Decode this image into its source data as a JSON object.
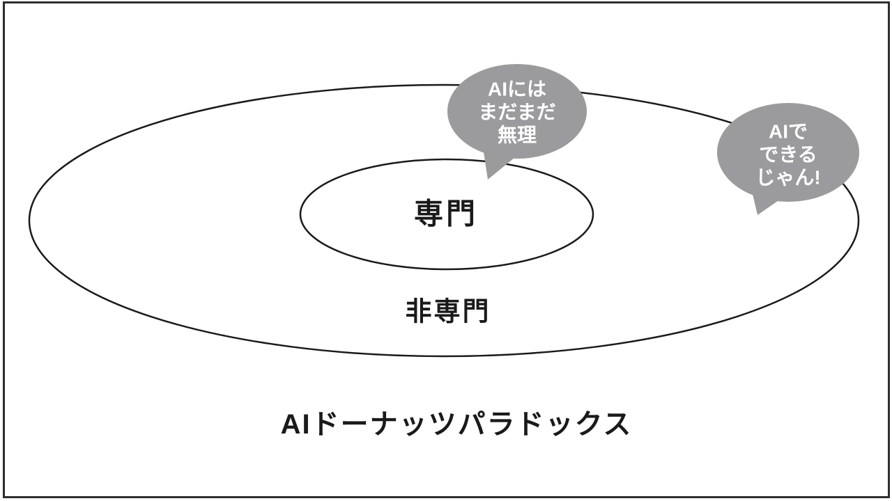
{
  "diagram": {
    "title": "AIドーナッツパラドックス",
    "inner_ellipse_label": "専門",
    "outer_ring_label": "非専門",
    "bubbles": [
      {
        "name": "ai-cannot-bubble",
        "lines": [
          "AIには",
          "まだまだ",
          "無理"
        ],
        "points_to": "inner-ellipse"
      },
      {
        "name": "ai-can-bubble",
        "lines": [
          "AIで",
          "できる",
          "じゃん!"
        ],
        "points_to": "outer-ring"
      }
    ],
    "colors": {
      "background": "#ffffff",
      "bubble_gray": "#9b9b9d",
      "bubble_text": "#ffffff",
      "ellipse_stroke": "#1a1a1a",
      "frame_border": "#2e2e2e",
      "text_black": "#1a1a1a"
    }
  }
}
